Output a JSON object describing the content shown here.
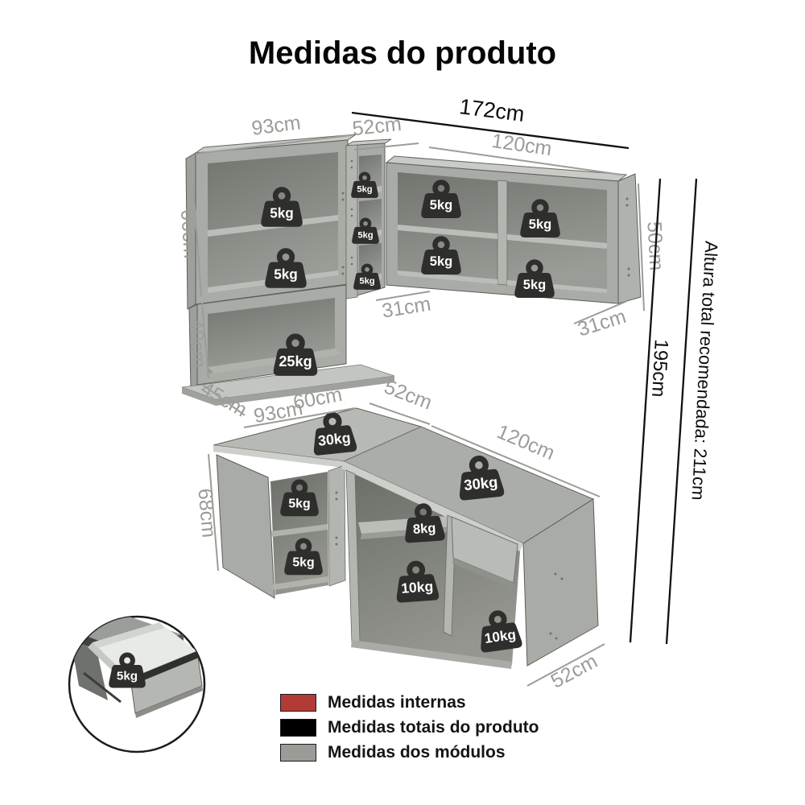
{
  "title": "Medidas do produto",
  "colors": {
    "badge": "#2e2f2c",
    "dim": "#9b9d99",
    "black": "#0d0d0d",
    "legend_red": "#b23b38",
    "legend_black": "#000000",
    "legend_gray": "#9a9c98"
  },
  "dims": {
    "top_left_w": "93cm",
    "top_corner_w": "52cm",
    "total_w": "172cm",
    "top_right_w": "120cm",
    "left_h": "66cm",
    "hutch_h": "40cm",
    "counter_d": "45cm",
    "low_left_w": "93cm",
    "counter_w": "60cm",
    "corner_d": "31cm",
    "top_right_d": "31cm",
    "top_right_h": "50cm",
    "base_corner_w": "52cm",
    "base_right_w": "120cm",
    "base_h": "68cm",
    "base_d": "52cm",
    "product_h": "195cm",
    "total_h_note": "Altura total recomendada: 211cm"
  },
  "weights": {
    "ul_shelf1": "5kg",
    "ul_shelf2": "5kg",
    "corner1": "5kg",
    "corner2": "5kg",
    "corner3": "5kg",
    "ur_1": "5kg",
    "ur_2": "5kg",
    "ur_3": "5kg",
    "ur_4": "5kg",
    "hutch": "25kg",
    "counter_corner": "30kg",
    "counter_right": "30kg",
    "base_corner_shelf1": "5kg",
    "base_corner_shelf2": "5kg",
    "base_shelf": "8kg",
    "base_bottom_left": "10kg",
    "base_bottom_right": "10kg",
    "drawer": "5kg"
  },
  "legend": {
    "items": [
      {
        "label": "Medidas internas"
      },
      {
        "label": "Medidas totais do produto"
      },
      {
        "label": "Medidas dos módulos"
      }
    ]
  }
}
